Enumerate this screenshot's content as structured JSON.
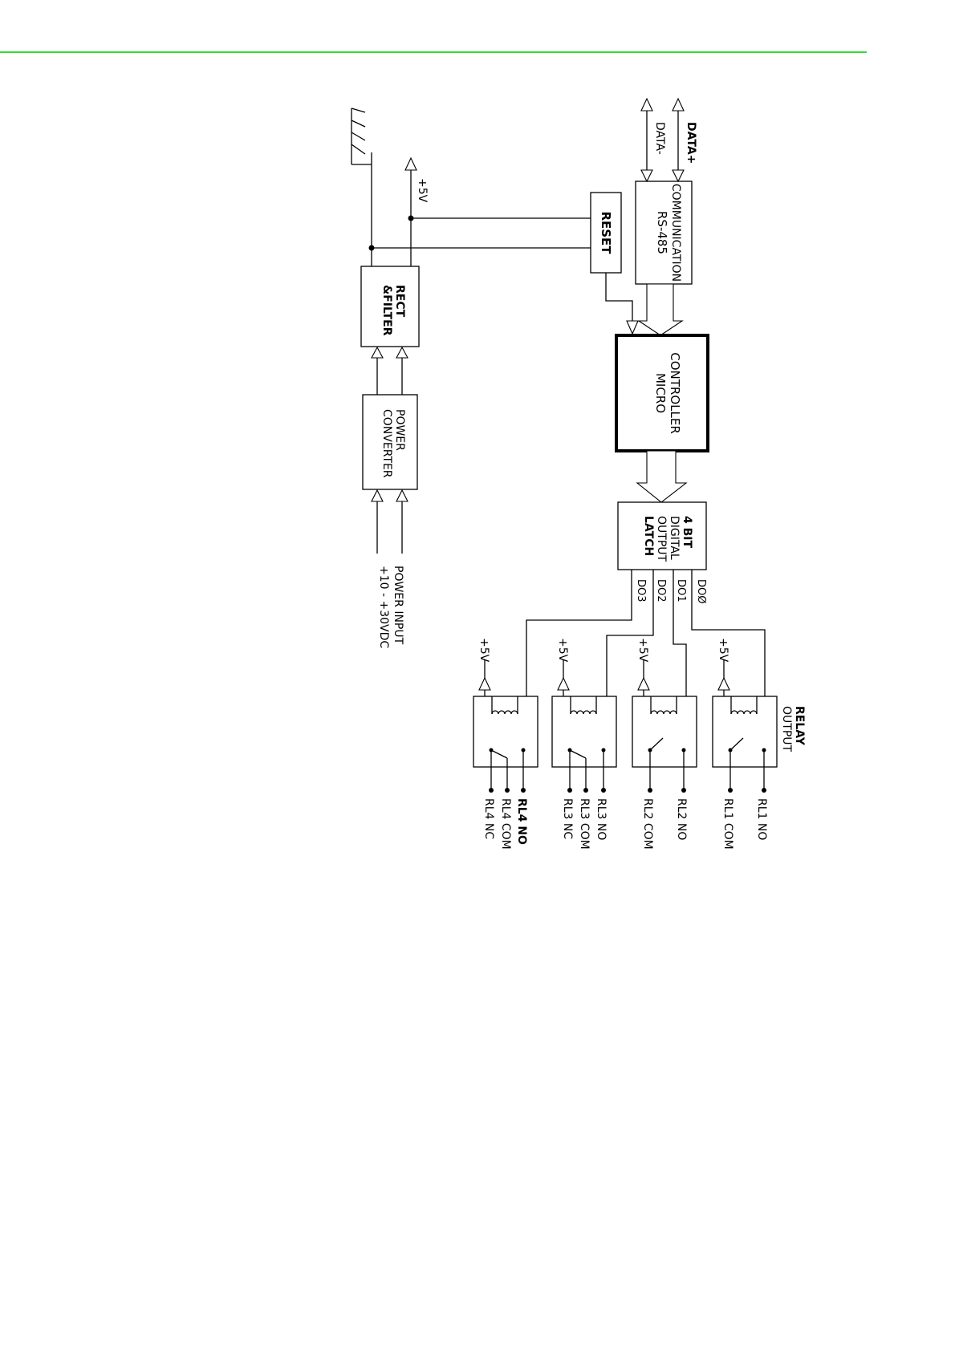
{
  "colors": {
    "rule": "#33dd33",
    "ink": "#000000",
    "background": "#ffffff"
  },
  "diagram": {
    "rs485": {
      "line1": "RS-485",
      "line2": "COMMUNICATION"
    },
    "data_plus": "DATA+",
    "data_minus": "DATA-",
    "reset": "RESET",
    "micro": {
      "line1": "MICRO",
      "line2": "CONTROLLER"
    },
    "latch": {
      "line1": "4 BIT",
      "line2": "DIGITAL",
      "line3": "OUTPUT",
      "line4": "LATCH"
    },
    "rect_filter": {
      "line1": "RECT",
      "line2": "&FILTER"
    },
    "power_converter": {
      "line1": "POWER",
      "line2": "CONVERTER"
    },
    "power_input": {
      "line1": "POWER INPUT",
      "line2": "+10 - +30VDC"
    },
    "plus5v": "+5V",
    "do_labels": [
      "DOØ",
      "DO1",
      "DO2",
      "DO3"
    ],
    "relay_output": {
      "line1": "RELAY",
      "line2": "OUTPUT"
    },
    "relay_labels": {
      "rl1": [
        "RL1 NO",
        "RL1 COM"
      ],
      "rl2": [
        "RL2 NO",
        "RL2 COM"
      ],
      "rl3": [
        "RL3 NO",
        "RL3 COM",
        "RL3 NC"
      ],
      "rl4": [
        "RL4 NO",
        "RL4 COM",
        "RL4 NC"
      ]
    }
  }
}
